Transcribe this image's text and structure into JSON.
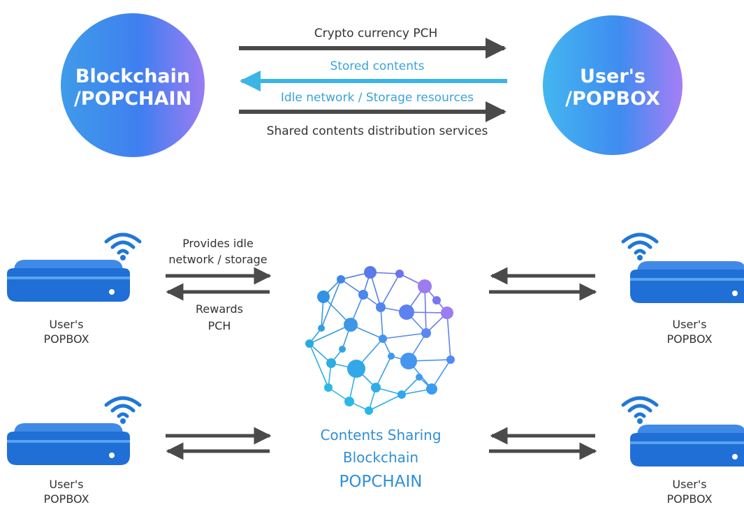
{
  "top_flow": {
    "left_node": {
      "line1": "Blockchain",
      "line2": "/POPCHAIN"
    },
    "right_node": {
      "line1": "User's",
      "line2": "/POPBOX"
    },
    "arrow_labels": {
      "crypto": "Crypto currency PCH",
      "stored": "Stored contents",
      "idle": "Idle network / Storage resources",
      "shared": "Shared contents distribution services"
    }
  },
  "bottom_flow": {
    "box_label_line1": "User's",
    "box_label_line2": "POPBOX",
    "provides_line1": "Provides idle",
    "provides_line2": "network / storage",
    "rewards_line1": "Rewards",
    "rewards_line2": "PCH",
    "center_line1": "Contents Sharing",
    "center_line2": "Blockchain",
    "center_line3": "POPCHAIN"
  },
  "colors": {
    "arrow_dark": "#4a4a4a",
    "arrow_blue": "#3cb4e6",
    "box_blue": "#1f6fd6",
    "accent_purple": "#9b7cf2"
  }
}
